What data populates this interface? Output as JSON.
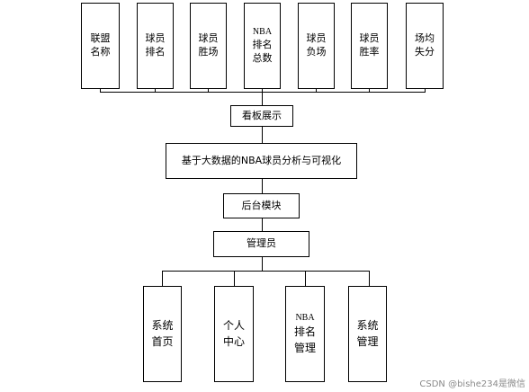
{
  "diagram": {
    "top_modules": [
      {
        "id": "t1",
        "label": "联盟名称"
      },
      {
        "id": "t2",
        "label": "球员排名"
      },
      {
        "id": "t3",
        "label": "球员胜场"
      },
      {
        "id": "t4",
        "label_en": "NBA",
        "label": "排名总数"
      },
      {
        "id": "t5",
        "label": "球员负场"
      },
      {
        "id": "t6",
        "label": "球员胜率"
      },
      {
        "id": "t7",
        "label": "场均失分"
      }
    ],
    "kanban": "看板展示",
    "system": "基于大数据的NBA球员分析与可视化",
    "backend": "后台模块",
    "admin": "管理员",
    "bottom_modules": [
      {
        "id": "b1",
        "label": "系统首页"
      },
      {
        "id": "b2",
        "label": "个人中心"
      },
      {
        "id": "b3",
        "label_en": "NBA",
        "label": "排名管理"
      },
      {
        "id": "b4",
        "label": "系统管理"
      }
    ]
  },
  "watermark": "CSDN @bishe234是微信"
}
